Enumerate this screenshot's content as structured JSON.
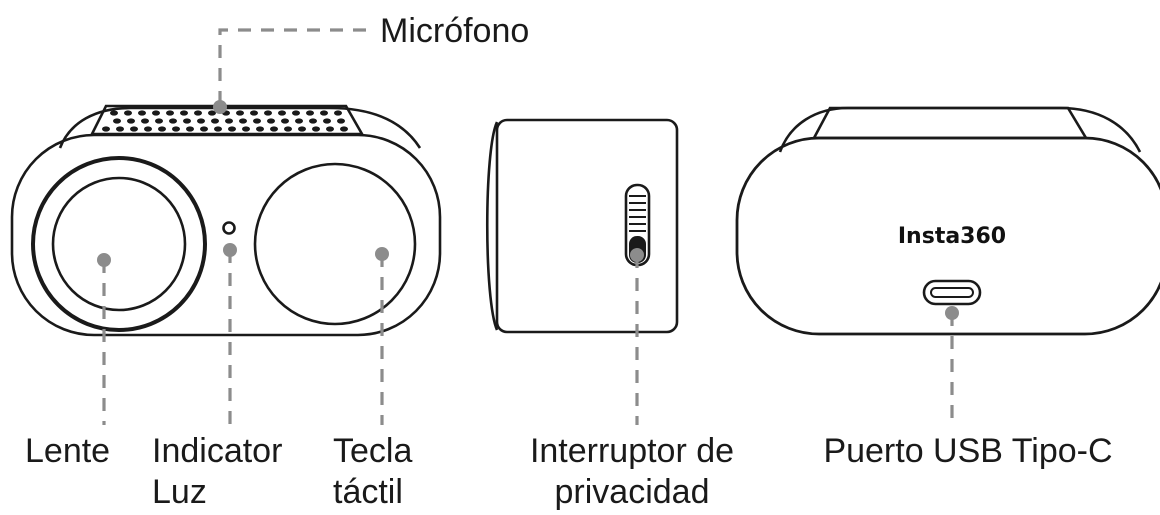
{
  "labels": {
    "microphone": "Micrófono",
    "lens": "Lente",
    "indicator_line1": "Indicator",
    "indicator_line2": "Luz",
    "touch_key_line1": "Tecla",
    "touch_key_line2": "táctil",
    "privacy_switch_line1": "Interruptor de",
    "privacy_switch_line2": "privacidad",
    "usb_port": "Puerto USB Tipo-C"
  },
  "brand": "Insta360",
  "colors": {
    "outline": "#1a1a1a",
    "leader_line": "#8c8c8c",
    "background": "#ffffff"
  }
}
